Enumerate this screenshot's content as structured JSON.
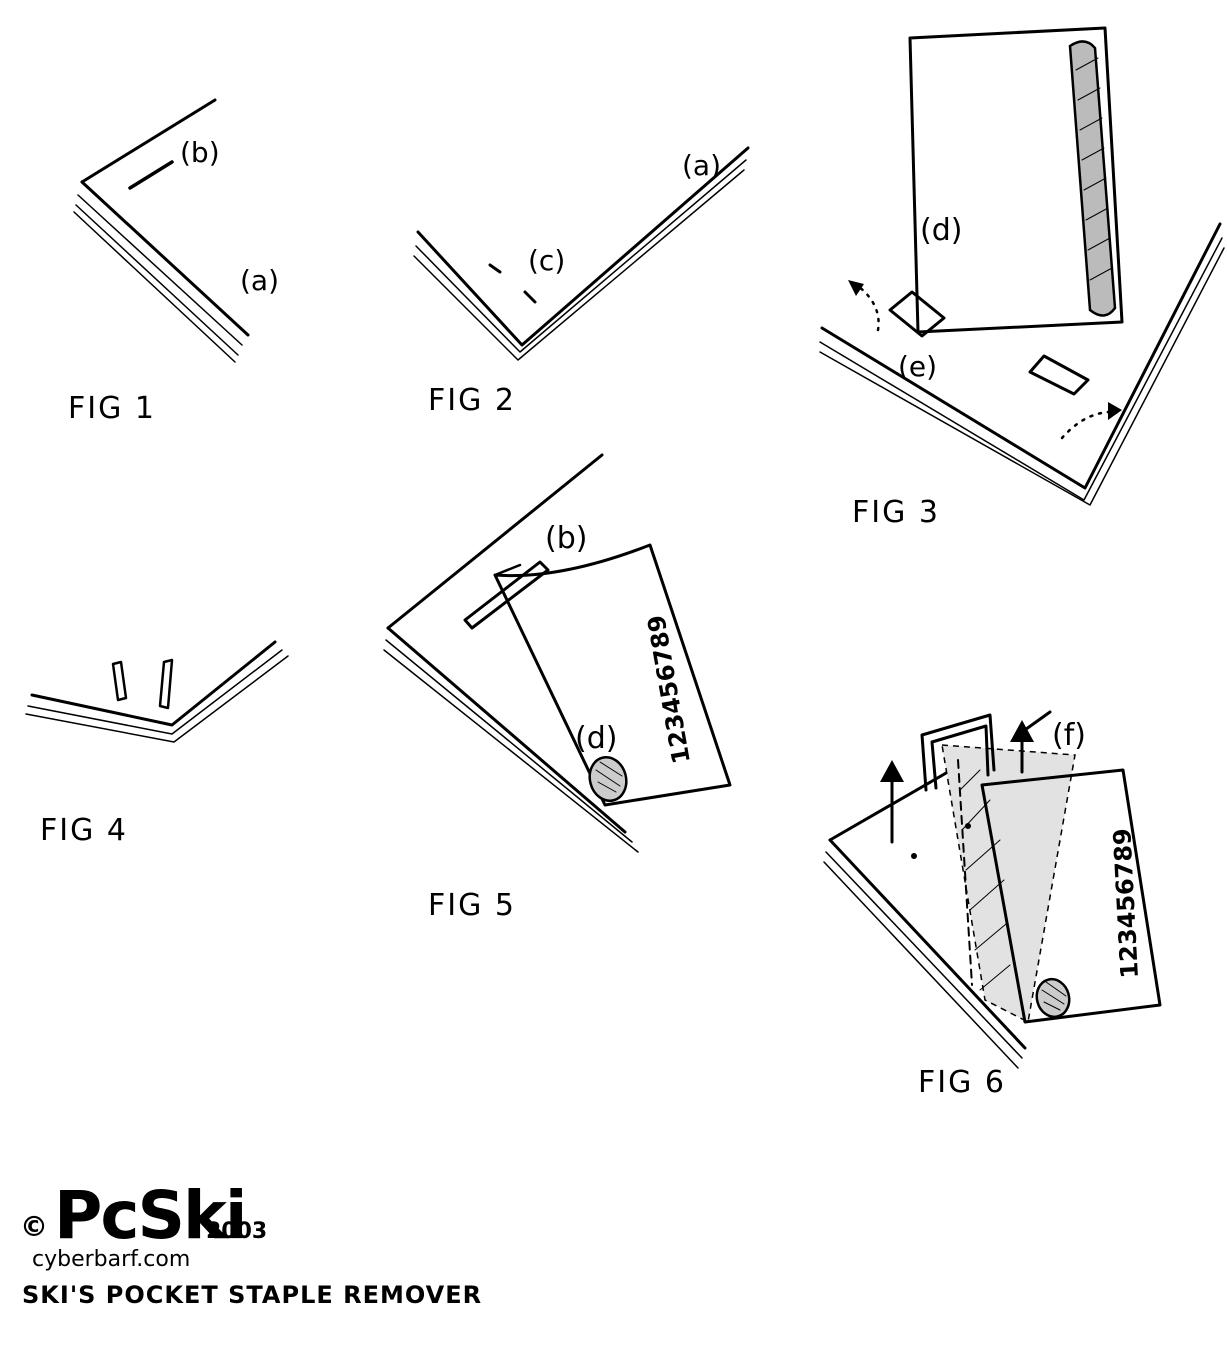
{
  "labels": {
    "a": "(a)",
    "b": "(b)",
    "c": "(c)",
    "d": "(d)",
    "e": "(e)",
    "f": "(f)"
  },
  "figures": {
    "fig1": "FIG 1",
    "fig2": "FIG 2",
    "fig3": "FIG 3",
    "fig4": "FIG 4",
    "fig5": "FIG 5",
    "fig6": "FIG 6"
  },
  "ruler_digits": "123456789",
  "signature": {
    "copyright": "©",
    "logo": "PcSki",
    "year": "2003",
    "website": "cyberbarf.com",
    "title": "SKI'S POCKET STAPLE REMOVER"
  }
}
